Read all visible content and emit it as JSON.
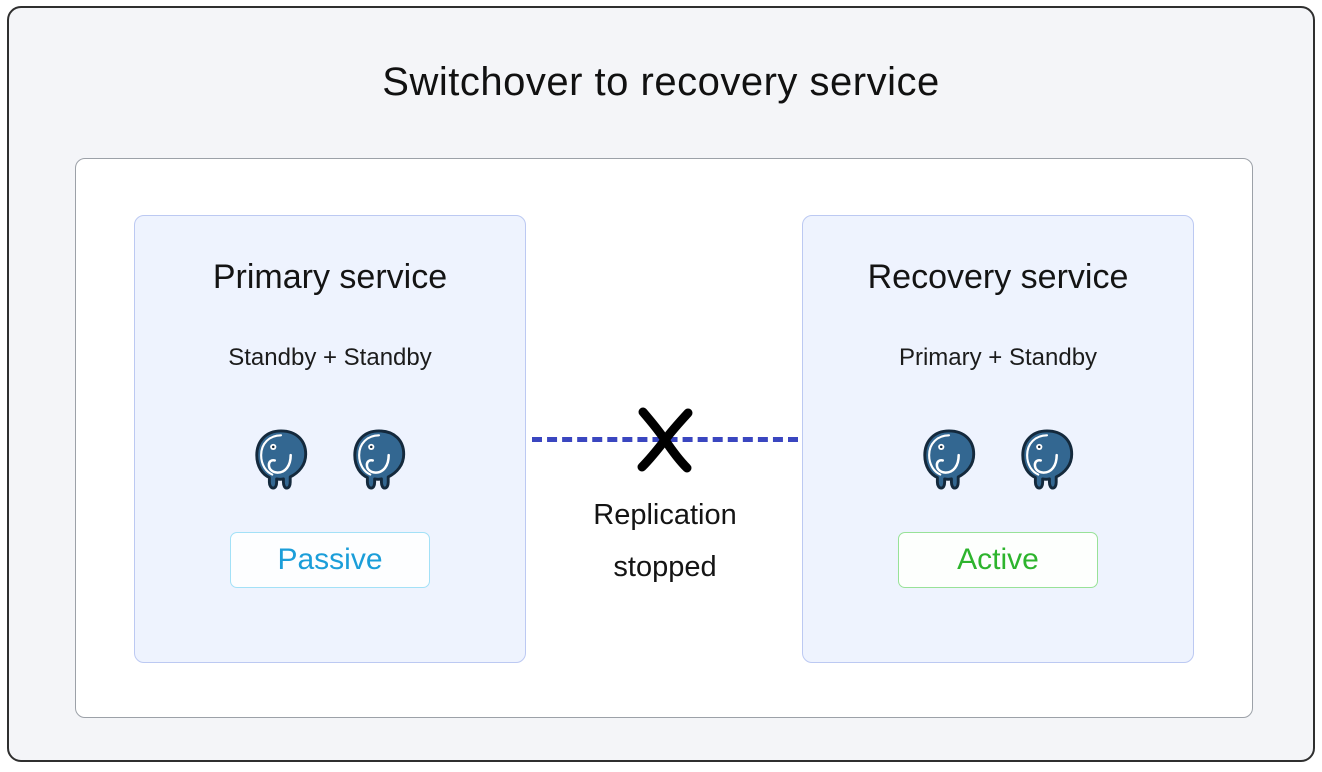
{
  "title": "Switchover to recovery service",
  "cards": [
    {
      "title": "Primary service",
      "subtitle": "Standby + Standby",
      "badge": {
        "label": "Passive",
        "style": "color:#1b9ed9;border-color:#a3e1f7;background:#fdfeff"
      },
      "icons": [
        "postgresql-elephant",
        "postgresql-elephant"
      ]
    },
    {
      "title": "Recovery service",
      "subtitle": "Primary + Standby",
      "badge": {
        "label": "Active",
        "style": "color:#2db42d;border-color:#98e298;background:#fdfffd"
      },
      "icons": [
        "postgresql-elephant",
        "postgresql-elephant"
      ]
    }
  ],
  "connection": {
    "status_icon": "x-mark",
    "label": "Replication stopped"
  },
  "colors": {
    "frame_background": "#f4f5f8",
    "frame_border": "#2f2f2f",
    "panel_background": "#ffffff",
    "card_background": "#eef3fe",
    "card_border": "#bcc9f2",
    "passive_accent": "#1b9ed9",
    "active_accent": "#2db42d",
    "replication_line": "#3a46c0",
    "x_mark": "#000000",
    "postgres_blue": "#336791"
  }
}
